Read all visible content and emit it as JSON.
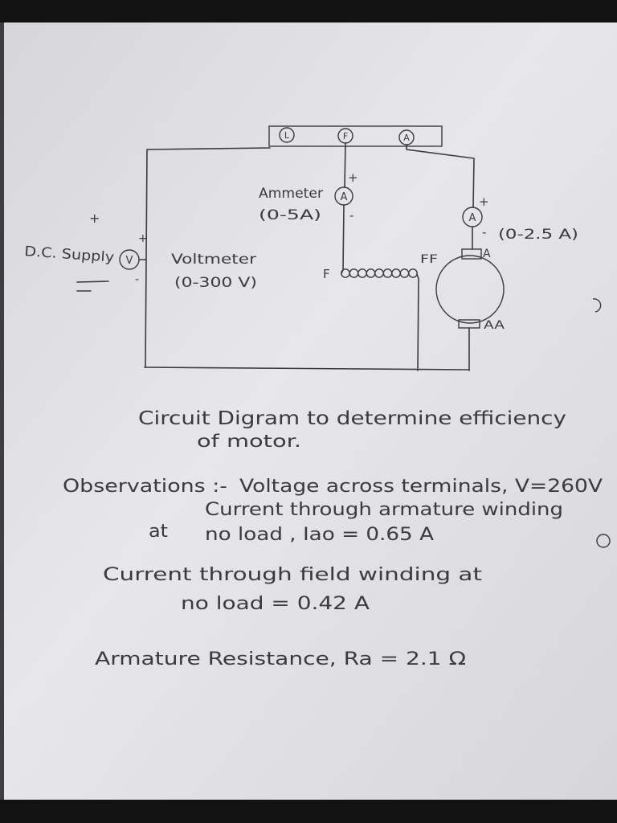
{
  "colors": {
    "frame": "#121212",
    "paper_light": "#e7e7e9",
    "paper_dark": "#d6d6d9",
    "ink": "#3a3a40"
  },
  "diagram": {
    "terminals": {
      "l": "L",
      "f": "F",
      "a": "A"
    },
    "field_ammeter": {
      "label": "Ammeter",
      "range": "(0-5A)",
      "symbol": "A",
      "plus": "+",
      "minus": "-"
    },
    "armature_ammeter": {
      "symbol": "A",
      "range": "(0-2.5 A)",
      "plus": "+",
      "minus": "-"
    },
    "motor": {
      "brush_top": "A",
      "brush_bottom": "AA"
    },
    "field_winding": {
      "start": "F",
      "end": "FF"
    },
    "supply": {
      "label": "D.C. Supply",
      "plus": "+"
    },
    "voltmeter": {
      "symbol": "V",
      "label": "Voltmeter",
      "range": "(0-300 V)",
      "plus": "+",
      "minus": "-"
    }
  },
  "caption": {
    "line1": "Circuit Digram to determine efficiency",
    "line2": "of motor."
  },
  "observations": {
    "heading": "Observations :-",
    "voltage": "Voltage across terminals, V=260V",
    "armature_current_line1": "Current through armature winding",
    "armature_current_prefix": "at",
    "armature_current_line2": "no load , Iao = 0.65 A",
    "field_current_line1": "Current through field winding at",
    "field_current_line2": "no load = 0.42 A",
    "armature_resistance": "Armature Resistance, Ra = 2.1 Ω"
  }
}
